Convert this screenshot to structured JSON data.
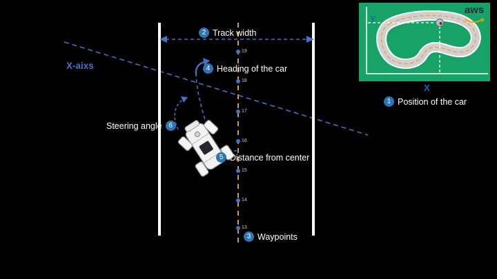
{
  "colors": {
    "accent_blue": "#4472C4",
    "badge_blue": "#2E75B6",
    "axis_label_blue": "#0070C0",
    "center_line_gold": "#D4A03C",
    "track_edge_white": "#FFFFFF",
    "map_green": "#17A267",
    "aws_smile_orange": "#FF9900",
    "aws_text_dark": "#232F3E"
  },
  "labels": {
    "position": {
      "badge": "1",
      "text": "Position of the car"
    },
    "track_width": {
      "badge": "2",
      "text": "Track width"
    },
    "waypoints": {
      "badge": "3",
      "text": "Waypoints"
    },
    "heading": {
      "badge": "4",
      "text": "Heading of the car"
    },
    "distance_from_center": {
      "badge": "5",
      "text": "Distance from center"
    },
    "steering_angle": {
      "badge": "6",
      "text": "Steering angle"
    },
    "x_axis_diagonal": "X-aixs"
  },
  "waypoint_numbers": [
    "19",
    "18",
    "17",
    "16",
    "15",
    "14",
    "13"
  ],
  "map": {
    "y_axis": "Y",
    "x_axis": "X",
    "logo": "aws"
  },
  "icons": {
    "car_top_view": "deepracer-car-icon",
    "map_car": "car-position-dot-icon",
    "aws_smile": "aws-smile-icon"
  }
}
